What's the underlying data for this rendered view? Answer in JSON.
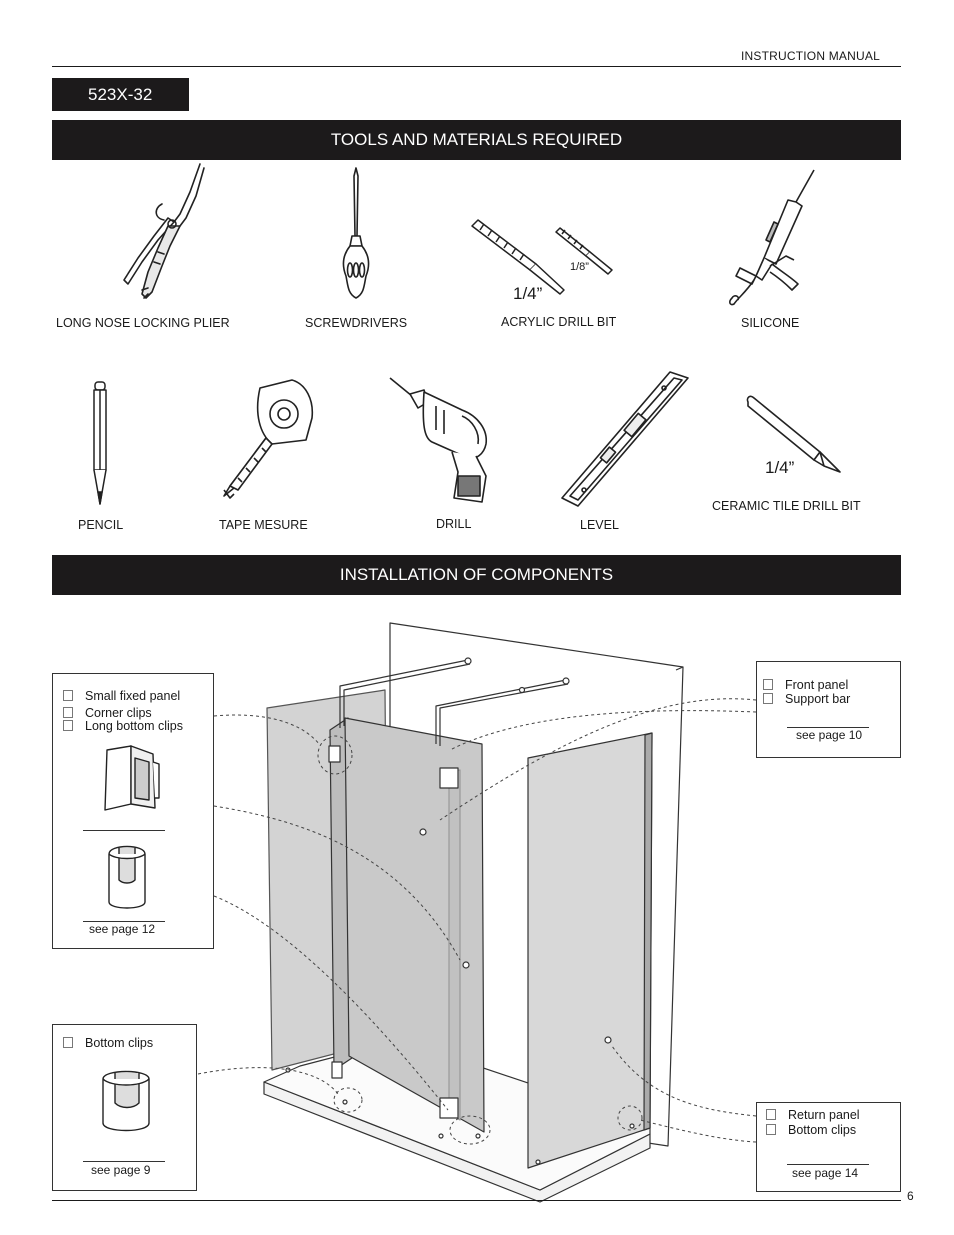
{
  "header": {
    "title": "INSTRUCTION MANUAL"
  },
  "model": "523X-32",
  "sections": {
    "tools": "TOOLS AND MATERIALS REQUIRED",
    "install": "INSTALLATION OF COMPONENTS"
  },
  "tools": {
    "plier": "LONG NOSE LOCKING PLIER",
    "screwdrivers": "SCREWDRIVERS",
    "acrylic_bit": "ACRYLIC  DRILL   BIT",
    "acrylic_big_size": "1/4”",
    "acrylic_small_size": "1/8”",
    "silicone": "SILICONE",
    "pencil": "PENCIL",
    "tape": "TAPE MESURE",
    "drill": "DRILL",
    "level": "LEVEL",
    "ceramic_bit": "CERAMIC TILE DRILL  BIT",
    "ceramic_size": "1/4”"
  },
  "callouts": {
    "small_panel": {
      "items": [
        "Small fixed panel",
        "Corner clips",
        "Long bottom clips"
      ],
      "link": "see page 12"
    },
    "bottom_clips": {
      "items": [
        "Bottom clips"
      ],
      "link": "see page 9"
    },
    "front_panel": {
      "items": [
        "Front panel",
        "Support bar"
      ],
      "link": "see page 10"
    },
    "return_panel": {
      "items": [
        "Return panel",
        "Bottom clips"
      ],
      "link": "see page 14"
    }
  },
  "page_number": "6"
}
